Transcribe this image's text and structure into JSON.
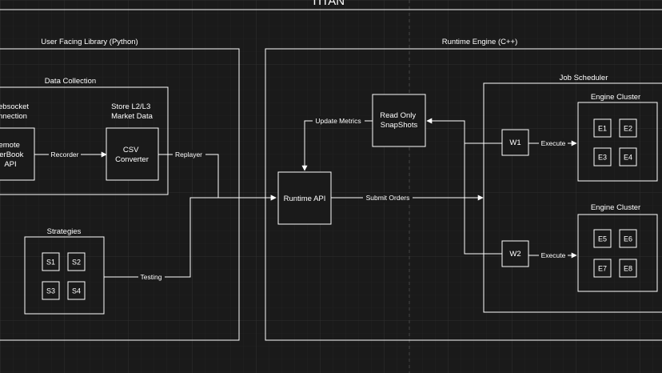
{
  "title": "TITAN",
  "groups": {
    "library": "User Facing Library (Python)",
    "data_collection": "Data Collection",
    "strategies": "Strategies",
    "runtime": "Runtime Engine (C++)",
    "job_scheduler": "Job Scheduler",
    "cluster1": "Engine Cluster",
    "cluster2": "Engine Cluster"
  },
  "nodes": {
    "websocket": [
      "ebsocket",
      "nnection"
    ],
    "remote": [
      "emote",
      "derBook",
      "API"
    ],
    "store": [
      "Store L2/L3",
      "Market Data"
    ],
    "csv": [
      "CSV",
      "Converter"
    ],
    "runtime_api": "Runtime API",
    "snapshots": [
      "Read Only",
      "SnapShots"
    ],
    "w1": "W1",
    "w2": "W2",
    "s": [
      "S1",
      "S2",
      "S3",
      "S4"
    ],
    "e1": [
      "E1",
      "E2",
      "E3",
      "E4"
    ],
    "e2": [
      "E5",
      "E6",
      "E7",
      "E8"
    ]
  },
  "edges": {
    "recorder": "Recorder",
    "replayer": "Replayer",
    "testing": "Testing",
    "submit": "Submit Orders",
    "update": "Update Metrics",
    "execute1": "Execute",
    "execute2": "Execute"
  },
  "colors": {
    "background": "#1a1a1a",
    "foreground": "#ffffff",
    "grid": "#2c2c2c"
  }
}
